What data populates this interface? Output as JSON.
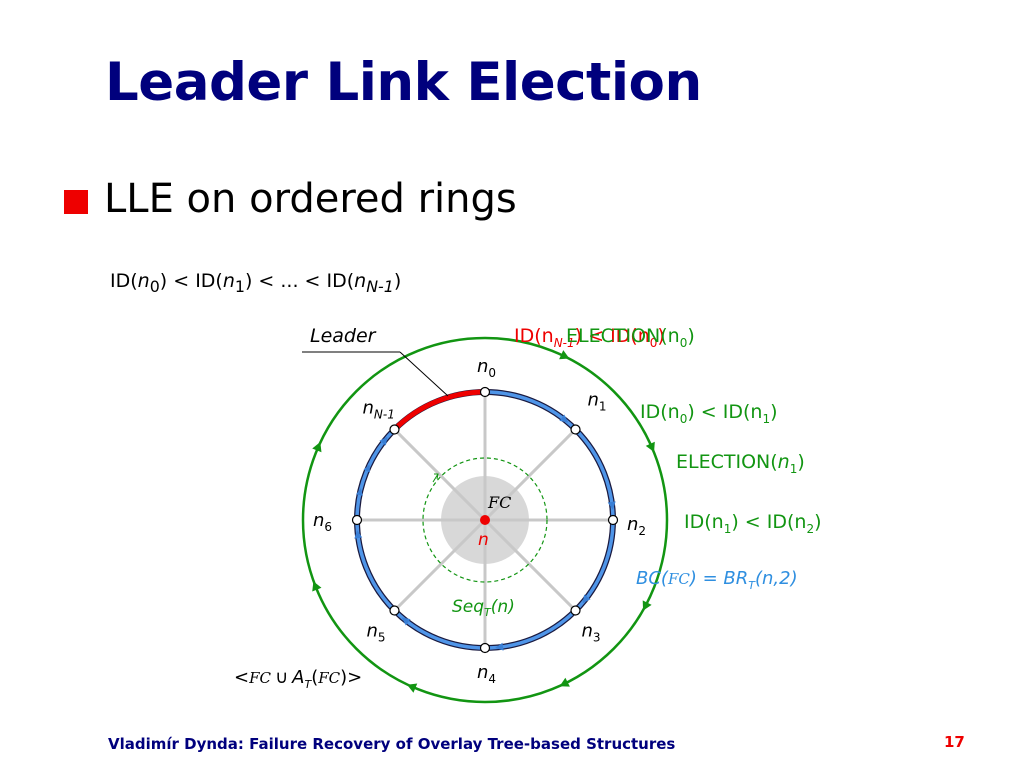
{
  "slide": {
    "title": "Leader Link Election",
    "bullet": "LLE on ordered rings",
    "footer": "Vladimír Dynda: Failure Recovery of Overlay Tree-based Structures",
    "page": "17"
  },
  "ordering": {
    "id_open": "ID(",
    "n": "n",
    "sub0": "0",
    "sub1": "1",
    "subN1": "N-1",
    "lt": ") < ID(",
    "dots_lt": ") < ... < ID(",
    "close": ")"
  },
  "diagram": {
    "leader_label": "Leader",
    "nodes": [
      {
        "name": "n",
        "sub": "0"
      },
      {
        "name": "n",
        "sub": "1"
      },
      {
        "name": "n",
        "sub": "2"
      },
      {
        "name": "n",
        "sub": "3"
      },
      {
        "name": "n",
        "sub": "4"
      },
      {
        "name": "n",
        "sub": "5"
      },
      {
        "name": "n",
        "sub": "6"
      },
      {
        "name": "n",
        "sub": "N-1"
      }
    ],
    "center_label": "n",
    "fc_label": "FC",
    "seq_label": "Seq",
    "seq_sub": "T",
    "seq_arg": "n",
    "red_annotation": {
      "text": "ID(n",
      "sub": "N-1",
      "tail": ") < ID(n",
      "sub2": "0",
      "end": ")"
    },
    "green_election0": {
      "text": "ELECTION(n",
      "sub": "0",
      "end": ")"
    },
    "cmp_01": {
      "a": "ID(n",
      "sa": "0",
      "mid": ") < ID(n",
      "sb": "1",
      "end": ")"
    },
    "election1": {
      "text": "ELECTION(",
      "n": "n",
      "sub": "1",
      "end": ")"
    },
    "cmp_12": {
      "a": "ID(n",
      "sa": "1",
      "mid": ") < ID(n",
      "sb": "2",
      "end": ")"
    },
    "bc_annotation": {
      "bc": "BC(",
      "fc": "FC",
      "mid": ") = BR",
      "sub": "T",
      "tail": "(n,2)"
    },
    "bottom_annotation": {
      "open": "<",
      "fc": "FC",
      "union": "∪",
      "a": "A",
      "sub": "T",
      "paren": "(",
      "fc2": "FC",
      "close": ")>"
    }
  },
  "colors": {
    "title": "#00007d",
    "bullet": "#ee0000",
    "ring_blue": "#3a7fd5",
    "green": "#129512",
    "red": "#ee0000",
    "spoke": "#c8c8c8",
    "bc_blue": "#2f8fe0"
  }
}
